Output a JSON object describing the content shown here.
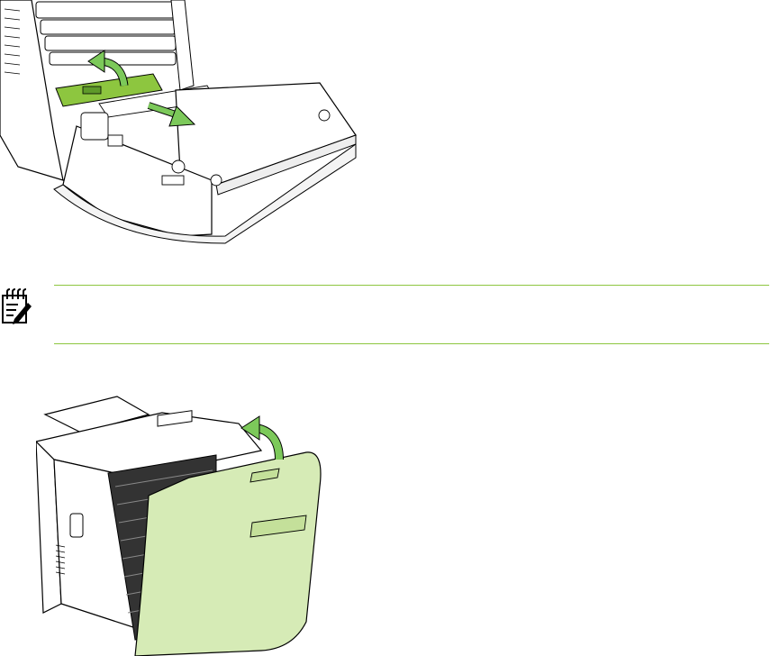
{
  "figures": [
    {
      "name": "jam-removal",
      "icon": "printer-jam-illustration"
    },
    {
      "name": "front-door-open",
      "icon": "printer-front-door-illustration"
    }
  ],
  "note": {
    "icon": "note-pad-icon",
    "text": ""
  },
  "colors": {
    "accent_green": "#8dc63f",
    "light_green": "#d6ebb6",
    "arrow_green": "#7cc95a",
    "line": "#000000"
  }
}
